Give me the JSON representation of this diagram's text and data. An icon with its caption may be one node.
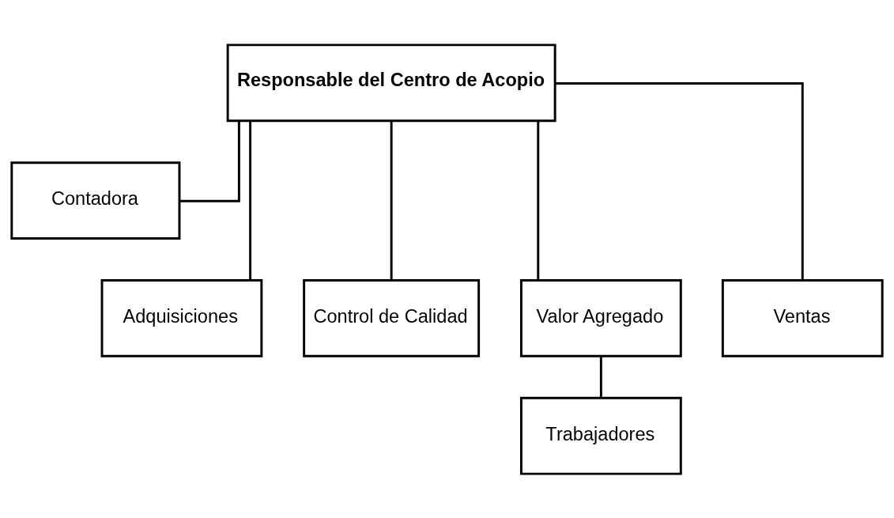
{
  "diagram": {
    "nodes": [
      {
        "text": [
          "Responsable del Centro de Acopio"
        ]
      },
      {
        "text": [
          "Contadora"
        ]
      },
      {
        "text": [
          "Adquisiciones"
        ]
      },
      {
        "text": [
          "Control de Calidad"
        ]
      },
      {
        "text": [
          "Valor Agregado"
        ]
      },
      {
        "text": [
          "Ventas"
        ]
      },
      {
        "text": [
          "Trabajadores"
        ]
      }
    ],
    "edges": [
      {
        "from": 0,
        "to": 1,
        "arrow": "none"
      },
      {
        "from": 0,
        "to": 2,
        "arrow": "none"
      },
      {
        "from": 0,
        "to": 3,
        "arrow": "none"
      },
      {
        "from": 0,
        "to": 4,
        "arrow": "none"
      },
      {
        "from": 0,
        "to": 5,
        "arrow": "none"
      },
      {
        "from": 4,
        "to": 6,
        "arrow": "none"
      }
    ]
  }
}
